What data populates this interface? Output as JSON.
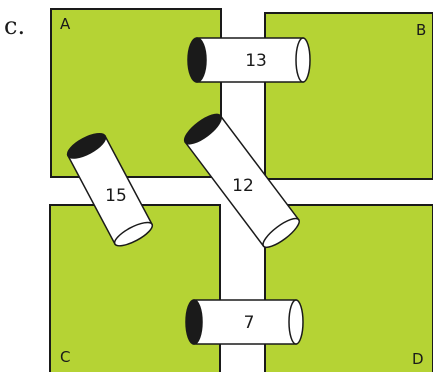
{
  "figure": {
    "part_label": "c.",
    "colors": {
      "field": "#b5d334",
      "field_border": "#1a1a1a",
      "road": "#ffffff",
      "pipe_body": "#ffffff",
      "pipe_opening": "#1a1a1a"
    },
    "fields": [
      {
        "name": "field-a",
        "label": "A"
      },
      {
        "name": "field-b",
        "label": "B"
      },
      {
        "name": "field-c",
        "label": "C"
      },
      {
        "name": "field-d",
        "label": "D"
      }
    ],
    "pipes": [
      {
        "name": "pipe-13",
        "label": "13"
      },
      {
        "name": "pipe-12",
        "label": "12"
      },
      {
        "name": "pipe-15",
        "label": "15"
      },
      {
        "name": "pipe-7",
        "label": "7"
      }
    ]
  }
}
